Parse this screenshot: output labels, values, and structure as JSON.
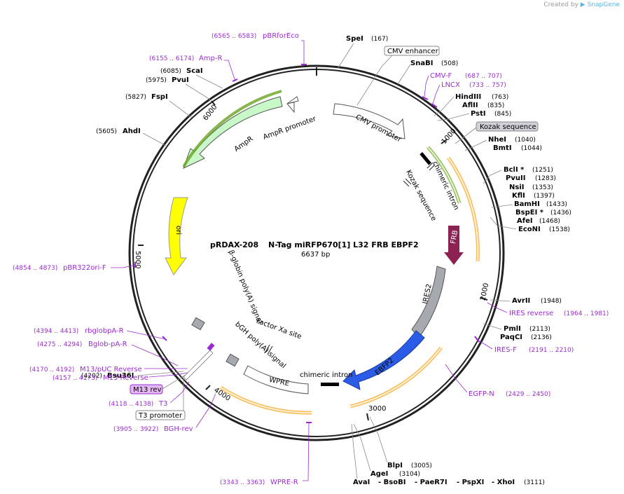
{
  "credit": {
    "created_by": "Created by",
    "brand": "SnapGene"
  },
  "plasmid": {
    "name": "pRDAX-208",
    "description": "N-Tag miRFP670[1] L32 FRB EBPF2",
    "size": "6637 bp"
  },
  "ticks": [
    "1000",
    "2000",
    "3000",
    "4000",
    "5000",
    "6000"
  ],
  "features": [
    {
      "label": "CMV enhancer"
    },
    {
      "label": "CMV promoter"
    },
    {
      "label": "chimeric intron"
    },
    {
      "label": "Kozak sequence"
    },
    {
      "label": "FRB"
    },
    {
      "label": "IRES2"
    },
    {
      "label": "EBFP2"
    },
    {
      "label": "chimeric intron"
    },
    {
      "label": "WPRE"
    },
    {
      "label": "Factor Xa site"
    },
    {
      "label": "bGH poly(A) signal"
    },
    {
      "label": "β-globin poly(A) signal"
    },
    {
      "label": "ori"
    },
    {
      "label": "AmpR"
    },
    {
      "label": "AmpR promoter"
    },
    {
      "label": "Kozak sequence"
    },
    {
      "label": "T3 promoter"
    },
    {
      "label": "M13 rev"
    }
  ],
  "sites_right": [
    {
      "name": "SpeI",
      "pos": "(167)"
    },
    {
      "name": "SnaBI",
      "pos": "(508)"
    },
    {
      "name": "HindIII",
      "pos": "(763)"
    },
    {
      "name": "AflII",
      "pos": "(835)"
    },
    {
      "name": "PstI",
      "pos": "(845)"
    },
    {
      "name": "NheI",
      "pos": "(1040)"
    },
    {
      "name": "BmtI",
      "pos": "(1044)"
    },
    {
      "name": "BclI *",
      "pos": "(1251)"
    },
    {
      "name": "PvuII",
      "pos": "(1283)"
    },
    {
      "name": "NsiI",
      "pos": "(1353)"
    },
    {
      "name": "KflI",
      "pos": "(1397)"
    },
    {
      "name": "BamHI",
      "pos": "(1433)"
    },
    {
      "name": "BspEI *",
      "pos": "(1436)"
    },
    {
      "name": "AfeI",
      "pos": "(1468)"
    },
    {
      "name": "EcoNI",
      "pos": "(1538)"
    },
    {
      "name": "AvrII",
      "pos": "(1948)"
    },
    {
      "name": "PmlI",
      "pos": "(2113)"
    },
    {
      "name": "PaqCI",
      "pos": "(2136)"
    },
    {
      "name": "BlpI",
      "pos": "(3005)"
    },
    {
      "name": "AgeI",
      "pos": "(3104)"
    }
  ],
  "sites_left": [
    {
      "name": "ScaI",
      "pos": "(6085)"
    },
    {
      "name": "PvuI",
      "pos": "(5975)"
    },
    {
      "name": "FspI",
      "pos": "(5827)"
    },
    {
      "name": "AhdI",
      "pos": "(5605)"
    },
    {
      "name": "Bsu36I",
      "pos": "(4202)"
    }
  ],
  "bottom_sites": {
    "names": [
      "AvaI",
      "- BsoBI",
      "- PaeR7I",
      "- PspXI",
      "- XhoI"
    ],
    "pos": "(3111)"
  },
  "primers": [
    {
      "range": "(6565 .. 6583)",
      "name": "pBRforEco"
    },
    {
      "range": "(6155 .. 6174)",
      "name": "Amp-R"
    },
    {
      "range": "(687 .. 707)",
      "name": "CMV-F"
    },
    {
      "range": "(733 .. 757)",
      "name": "LNCX"
    },
    {
      "range": "(1964 .. 1981)",
      "name": "IRES reverse"
    },
    {
      "range": "(2191 .. 2210)",
      "name": "IRES-F"
    },
    {
      "range": "(2429 .. 2450)",
      "name": "EGFP-N"
    },
    {
      "range": "(3343 .. 3363)",
      "name": "WPRE-R"
    },
    {
      "range": "(3905 .. 3922)",
      "name": "BGH-rev"
    },
    {
      "range": "(4118 .. 4138)",
      "name": "T3"
    },
    {
      "range": "(4157 .. 4173)",
      "name": "M13 Reverse"
    },
    {
      "range": "(4170 .. 4192)",
      "name": "M13/pUC Reverse"
    },
    {
      "range": "(4275 .. 4294)",
      "name": "Bglob-pA-R"
    },
    {
      "range": "(4394 .. 4413)",
      "name": "rbglobpA-R"
    },
    {
      "range": "(4854 .. 4873)",
      "name": "pBR322ori-F"
    }
  ],
  "colors": {
    "backbone": "#222222",
    "primer": "#9b2bd1",
    "amp": "#c8f7c8",
    "ori": "#ffff00",
    "frb": "#8b2252",
    "ebfp2": "#2b5ce8",
    "ires": "#a6aab0",
    "orange_band": "#f5a623",
    "green_band": "#6aa321"
  }
}
